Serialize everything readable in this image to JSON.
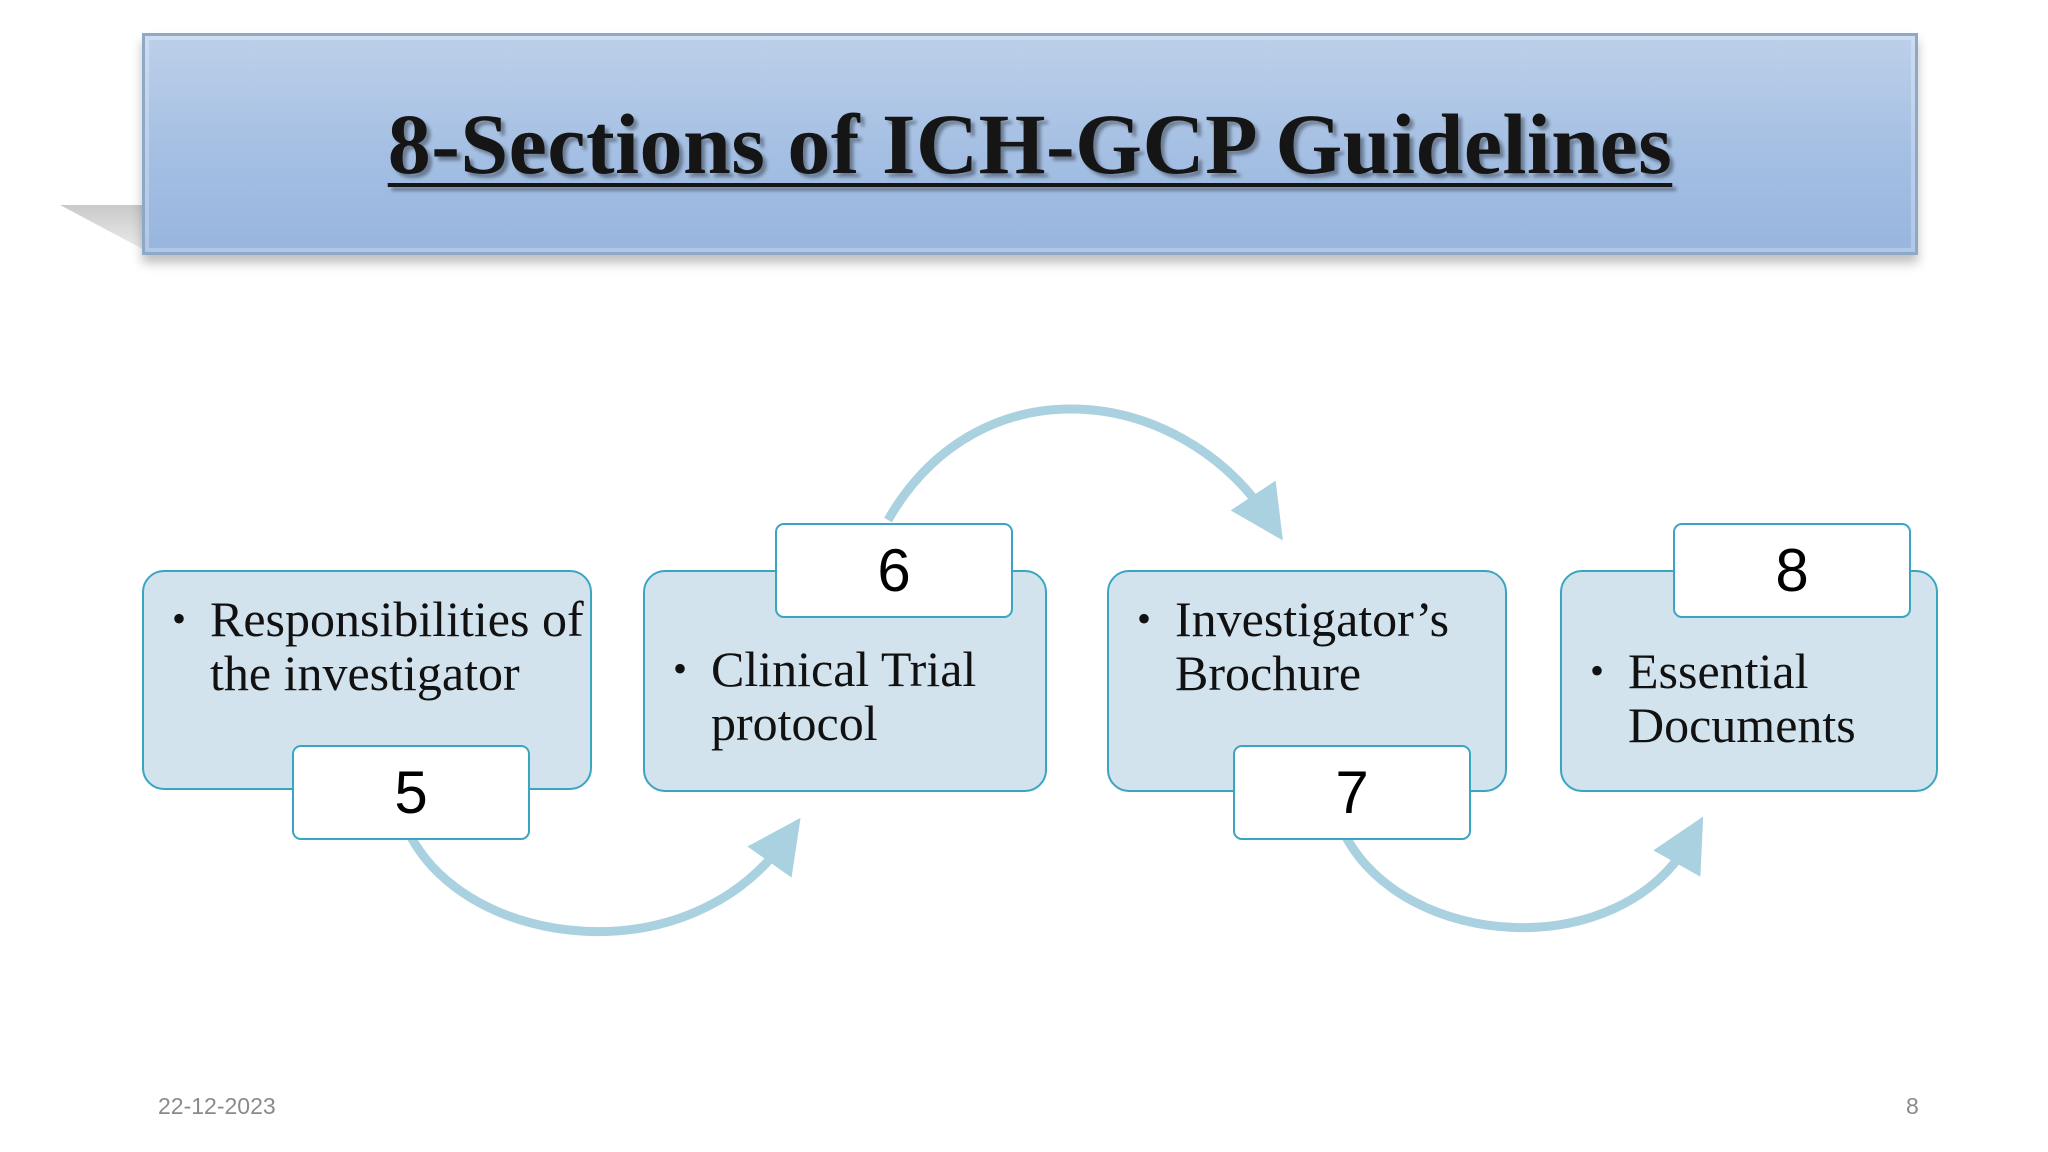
{
  "title": "8-Sections of ICH-GCP Guidelines",
  "sections": [
    {
      "number": "5",
      "label": "Responsibilities of the investigator"
    },
    {
      "number": "6",
      "label": "Clinical Trial protocol"
    },
    {
      "number": "7",
      "label": "Investigator’s Brochure"
    },
    {
      "number": "8",
      "label": "Essential Documents"
    }
  ],
  "bullet": "•",
  "footer": {
    "date": "22-12-2023",
    "slide_number": "8"
  },
  "colors": {
    "box_fill": "#d3e3ee",
    "box_border": "#3aa5c1",
    "arrow": "#a9d1df",
    "banner": "#a4bfe3"
  }
}
